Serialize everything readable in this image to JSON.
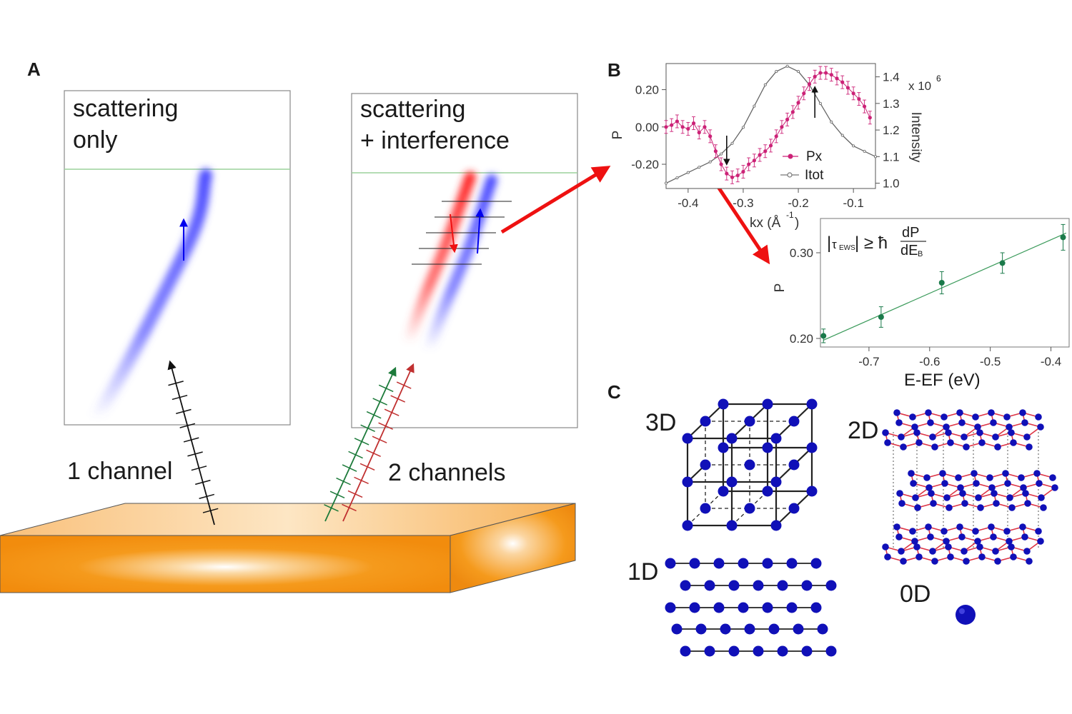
{
  "panels": {
    "a": "A",
    "b": "B",
    "c": "C"
  },
  "panel_a": {
    "box_left": {
      "line1": "scattering",
      "line2": "only"
    },
    "box_right": {
      "line1": "scattering",
      "line2": "+ interference"
    },
    "channel_left": "1 channel",
    "channel_right": "2 channels",
    "colors": {
      "slab": "#f59a1c",
      "spin_blue": "#4444ff",
      "spin_red": "#ff3333",
      "arrow": "#ee1111",
      "channel_green": "#1c7a3a",
      "channel_red": "#c03030"
    }
  },
  "chart_data": [
    {
      "type": "line",
      "ylabel": "P",
      "y2label": "Intensity",
      "y2_scale_label": "x 10",
      "y2_scale_exp": "6",
      "xlabel_main": "kx (Å",
      "xlabel_exp": "-1",
      "xlabel_close": ")",
      "xlim": [
        -0.44,
        -0.06
      ],
      "ylim": [
        -0.33,
        0.34
      ],
      "y2lim": [
        0.98,
        1.45
      ],
      "x_ticks": [
        -0.4,
        -0.3,
        -0.2,
        -0.1
      ],
      "x_tick_labels": [
        "-0.4",
        "-0.3",
        "-0.2",
        "-0.1"
      ],
      "y_ticks": [
        0.2,
        0.0,
        -0.2
      ],
      "y_tick_labels": [
        "0.20",
        "0.00",
        "-0.20"
      ],
      "y2_ticks": [
        1.4,
        1.3,
        1.2,
        1.1,
        1.0
      ],
      "y2_tick_labels": [
        "1.4",
        "1.3",
        "1.2",
        "1.1",
        "1.0"
      ],
      "legend": [
        "Px",
        "Itot"
      ],
      "series": [
        {
          "name": "Px",
          "color": "#cc2277",
          "x": [
            -0.44,
            -0.43,
            -0.42,
            -0.41,
            -0.4,
            -0.39,
            -0.38,
            -0.37,
            -0.36,
            -0.35,
            -0.34,
            -0.33,
            -0.32,
            -0.31,
            -0.3,
            -0.29,
            -0.28,
            -0.27,
            -0.26,
            -0.25,
            -0.24,
            -0.23,
            -0.22,
            -0.21,
            -0.2,
            -0.19,
            -0.18,
            -0.17,
            -0.16,
            -0.15,
            -0.14,
            -0.13,
            -0.12,
            -0.11,
            -0.1,
            -0.09,
            -0.08,
            -0.07
          ],
          "y": [
            0.0,
            0.01,
            0.03,
            0.0,
            -0.01,
            0.02,
            -0.03,
            0.0,
            -0.05,
            -0.13,
            -0.2,
            -0.25,
            -0.27,
            -0.26,
            -0.24,
            -0.2,
            -0.18,
            -0.15,
            -0.13,
            -0.1,
            -0.05,
            0.0,
            0.04,
            0.08,
            0.13,
            0.18,
            0.23,
            0.27,
            0.29,
            0.29,
            0.28,
            0.26,
            0.24,
            0.21,
            0.18,
            0.15,
            0.11,
            0.05
          ]
        },
        {
          "name": "Itot",
          "color": "#666666",
          "x": [
            -0.44,
            -0.42,
            -0.4,
            -0.38,
            -0.36,
            -0.34,
            -0.32,
            -0.3,
            -0.28,
            -0.26,
            -0.24,
            -0.22,
            -0.2,
            -0.18,
            -0.16,
            -0.14,
            -0.12,
            -0.1,
            -0.08,
            -0.06
          ],
          "y2": [
            1.0,
            1.02,
            1.04,
            1.06,
            1.08,
            1.11,
            1.15,
            1.21,
            1.29,
            1.37,
            1.42,
            1.44,
            1.42,
            1.37,
            1.3,
            1.23,
            1.18,
            1.14,
            1.12,
            1.1
          ]
        }
      ],
      "arrows_at_x": [
        -0.33,
        -0.17
      ]
    },
    {
      "type": "scatter",
      "ylabel": "P",
      "xlabel": "E-EF (eV)",
      "annotation": "|τEWS| ≥ ħ dP/dEB",
      "xlim": [
        -0.78,
        -0.37
      ],
      "ylim": [
        0.19,
        0.34
      ],
      "x_ticks": [
        -0.7,
        -0.6,
        -0.5,
        -0.4
      ],
      "x_tick_labels": [
        "-0.7",
        "-0.6",
        "-0.5",
        "-0.4"
      ],
      "y_ticks": [
        0.3,
        0.2
      ],
      "y_tick_labels": [
        "0.30",
        "0.20"
      ],
      "series": [
        {
          "name": "",
          "color": "#1a7a4a",
          "x": [
            -0.775,
            -0.68,
            -0.58,
            -0.48,
            -0.38
          ],
          "y": [
            0.203,
            0.225,
            0.265,
            0.288,
            0.318
          ],
          "err": [
            0.008,
            0.012,
            0.013,
            0.012,
            0.015
          ]
        }
      ],
      "fit_line": {
        "x": [
          -0.775,
          -0.375
        ],
        "y": [
          0.198,
          0.323
        ]
      }
    }
  ],
  "panel_c": {
    "label_3d": "3D",
    "label_2d": "2D",
    "label_1d": "1D",
    "label_0d": "0D"
  }
}
